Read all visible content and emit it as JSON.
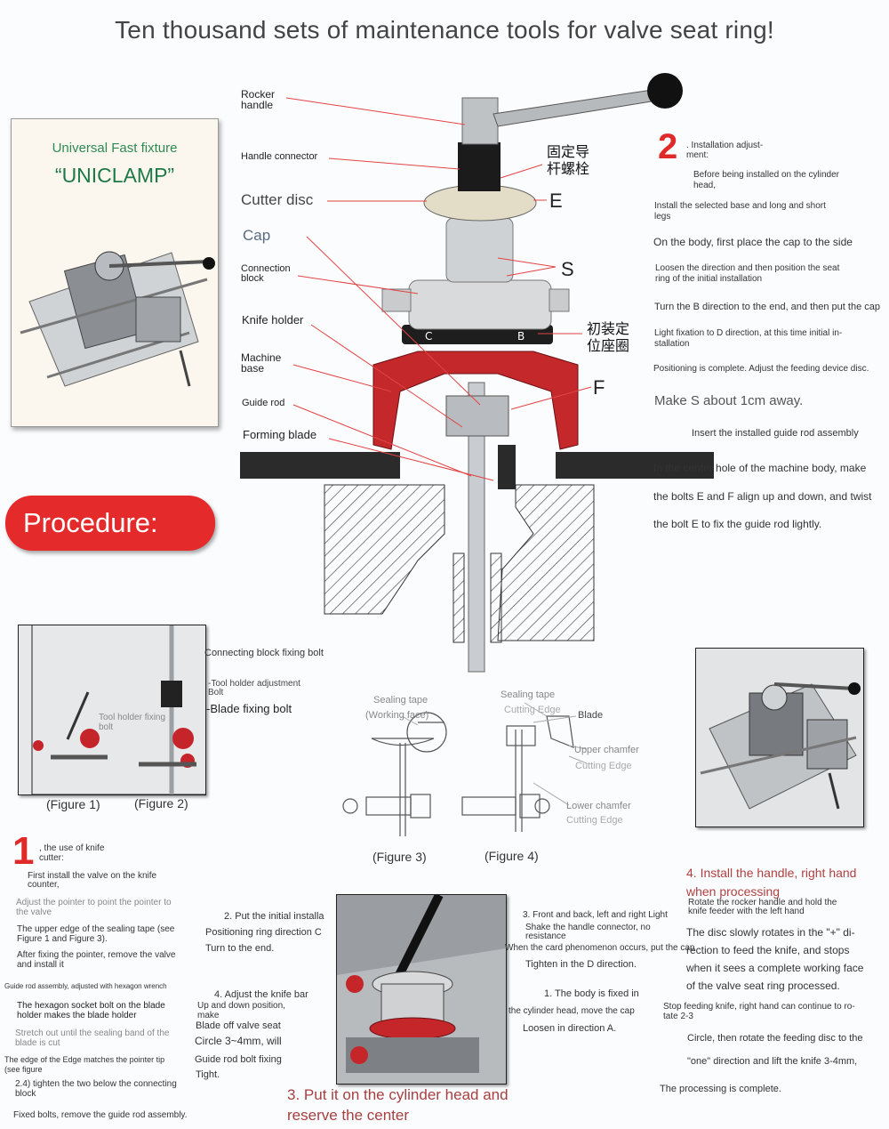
{
  "title": "Ten thousand sets of maintenance tools for valve seat ring!",
  "uniclamp": {
    "line1": "Universal Fast fixture",
    "line2": "“UNICLAMP”"
  },
  "procedure": "Procedure:",
  "parts": {
    "rocker_handle": "Rocker\nhandle",
    "handle_connector": "Handle connector",
    "cutter_disc": "Cutter disc",
    "cap": "Cap",
    "connection_block": "Connection\nblock",
    "knife_holder": "Knife holder",
    "machine_base": "Machine\nbase",
    "guide_rod": "Guide rod",
    "forming_blade": "Forming blade",
    "letter_e": "E",
    "letter_s": "S",
    "letter_f": "F",
    "cn_guide_bolt": "固定导\n杆螺栓",
    "cn_ring": "初装定\n位座圈",
    "dial_c": "C",
    "dial_b": "B"
  },
  "step2": {
    "number": "2",
    "heading": ". Installation adjust-\nment:",
    "lines": [
      "Before being installed on the cylinder\nhead,",
      "Install the selected base and long and short\nlegs",
      "On the body, first place the cap to the side",
      "Loosen the direction and then position the seat\nring of the initial installation",
      "Turn the B direction to the end, and then put the cap",
      "Light fixation to D direction, at this time initial in-\nstallation",
      "Positioning is complete. Adjust the feeding device disc.",
      "Make S about 1cm away.",
      "Insert the installed guide rod assembly",
      "In the center hole of the machine body, make",
      "the bolts E and F align up and down, and twist",
      "the bolt E to fix the guide rod lightly."
    ]
  },
  "figures": {
    "connecting_block_bolt": "Connecting block fixing bolt",
    "tool_holder_adjust_bolt": "-Tool holder adjustment\nBolt",
    "blade_fixing_bolt": "-Blade fixing bolt",
    "tool_holder_fixing_bolt": "Tool holder fixing\nbolt",
    "fig1": "(Figure 1)",
    "fig2": "(Figure 2)",
    "sealing_tape_1": "Sealing tape",
    "working_face": "(Working face)",
    "sealing_tape_2": "Sealing tape",
    "cutting_edge": "Cutting Edge",
    "blade": "Blade",
    "upper_chamfer": "Upper chamfer",
    "upper_cutting_edge": "Cutting Edge",
    "lower_chamfer": "Lower chamfer",
    "lower_cutting_edge": "Cutting Edge",
    "fig3": "(Figure 3)",
    "fig4": "(Figure 4)"
  },
  "step1": {
    "number": "1",
    "heading": ", the use of knife\ncutter:",
    "lines": [
      "First install the valve on the knife\ncounter,",
      "Adjust the pointer to point the pointer to\nthe valve",
      "The upper edge of the sealing tape (see\nFigure 1 and Figure 3).",
      "After fixing the pointer, remove the valve\nand install it",
      "Guide rod assembly, adjusted with hexagon wrench",
      "The hexagon socket bolt on the blade\nholder makes the blade holder",
      "Stretch out until the sealing band of the\nblade is cut",
      "The edge of the Edge matches the pointer tip\n(see figure",
      "2.4) tighten the two below the connecting\nblock",
      "Fixed bolts, remove the guide rod assembly."
    ]
  },
  "step3": {
    "heading": "3. Put it on the cylinder head and\nreserve the center",
    "sub2": "2. Put the initial installa",
    "sub2_l1": "Positioning ring direction C",
    "sub2_l2": "Turn to the end.",
    "sub4": "4. Adjust the knife bar",
    "sub4_l1": "Up and down position,\nmake",
    "sub4_l2": "Blade off valve seat",
    "sub4_l3": "Circle 3~4mm, will",
    "sub4_l4": "Guide rod bolt fixing",
    "sub4_l5": "Tight.",
    "sub3": "3. Front and back, left and right Light",
    "sub3_l1": "Shake the handle connector, no\nresistance",
    "sub3_l2": "When the card phenomenon occurs, put the cap",
    "sub3_l3": "Tighten in the D direction.",
    "sub1": "1. The body is fixed in",
    "sub1_l1": "the cylinder head, move the cap",
    "sub1_l2": "Loosen in direction A."
  },
  "step4": {
    "heading": "4. Install the handle, right hand\nwhen processing",
    "lines": [
      "Rotate the rocker handle and hold the\nknife feeder with the left hand",
      "The disc slowly rotates in the \"+\" di-",
      "rection to feed the knife, and stops",
      "when it sees a complete working face",
      "of the valve seat ring processed.",
      "Stop feeding knife, right hand can continue to ro-\ntate 2-3",
      "Circle, then rotate the feeding disc to the",
      "\"one\" direction and lift the knife 3-4mm,",
      "The processing is complete."
    ]
  }
}
